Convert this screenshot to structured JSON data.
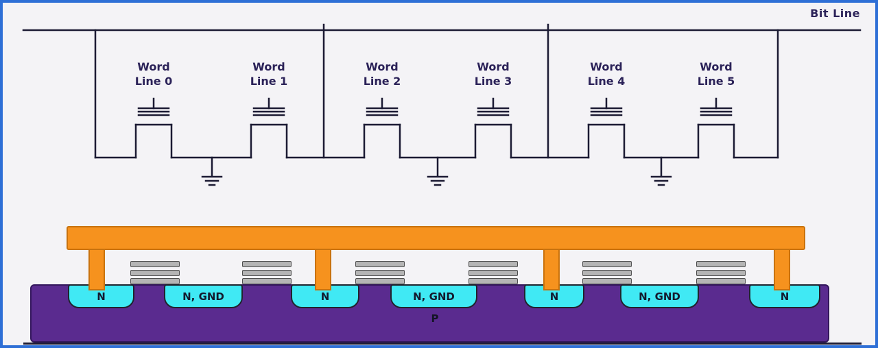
{
  "diagram": {
    "bit_line_label": "Bit Line",
    "word_lines": [
      "Word Line 0",
      "Word Line 1",
      "Word Line 2",
      "Word Line 3",
      "Word Line 4",
      "Word Line 5"
    ],
    "cross_section": {
      "substrate_label": "P",
      "regions": [
        "N",
        "N, GND",
        "N",
        "N, GND",
        "N",
        "N, GND",
        "N"
      ]
    }
  },
  "colors": {
    "line": "#1b1a33",
    "text": "#2b2258",
    "orange": "#f6921e",
    "orange_border": "#c9720d",
    "gate_gray": "#b5b5b5",
    "gate_border": "#4f4f4f",
    "cyan": "#40e9f4",
    "region_border": "#20242e",
    "purple": "#5a2b8f",
    "purple_border": "#33175c",
    "frame": "#2e6fd6",
    "background": "#f4f3f6"
  }
}
